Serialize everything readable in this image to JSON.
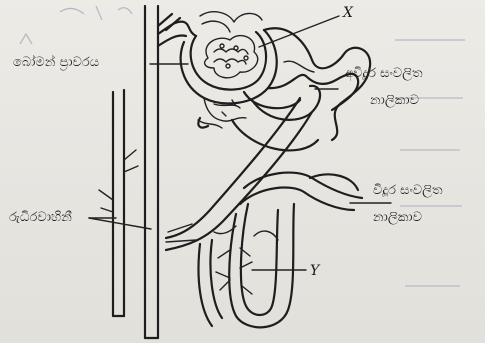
{
  "labels": {
    "x": "X",
    "bowman_capsule": "බෝමන් ප්‍රාවරය",
    "proximal_tubule_line1": "අවිදූර සංවලිත",
    "proximal_tubule_line2": "නාලිකාව",
    "distal_tubule_line1": "විදූර සංවලිත",
    "distal_tubule_line2": "නාලිකාව",
    "blood_vessels": "රුධිරවාහිනී",
    "y": "Y"
  },
  "colors": {
    "ink": "#1e1e1e",
    "paper": "#e9e7e2",
    "faint_pencil": "#b9b9c6"
  }
}
